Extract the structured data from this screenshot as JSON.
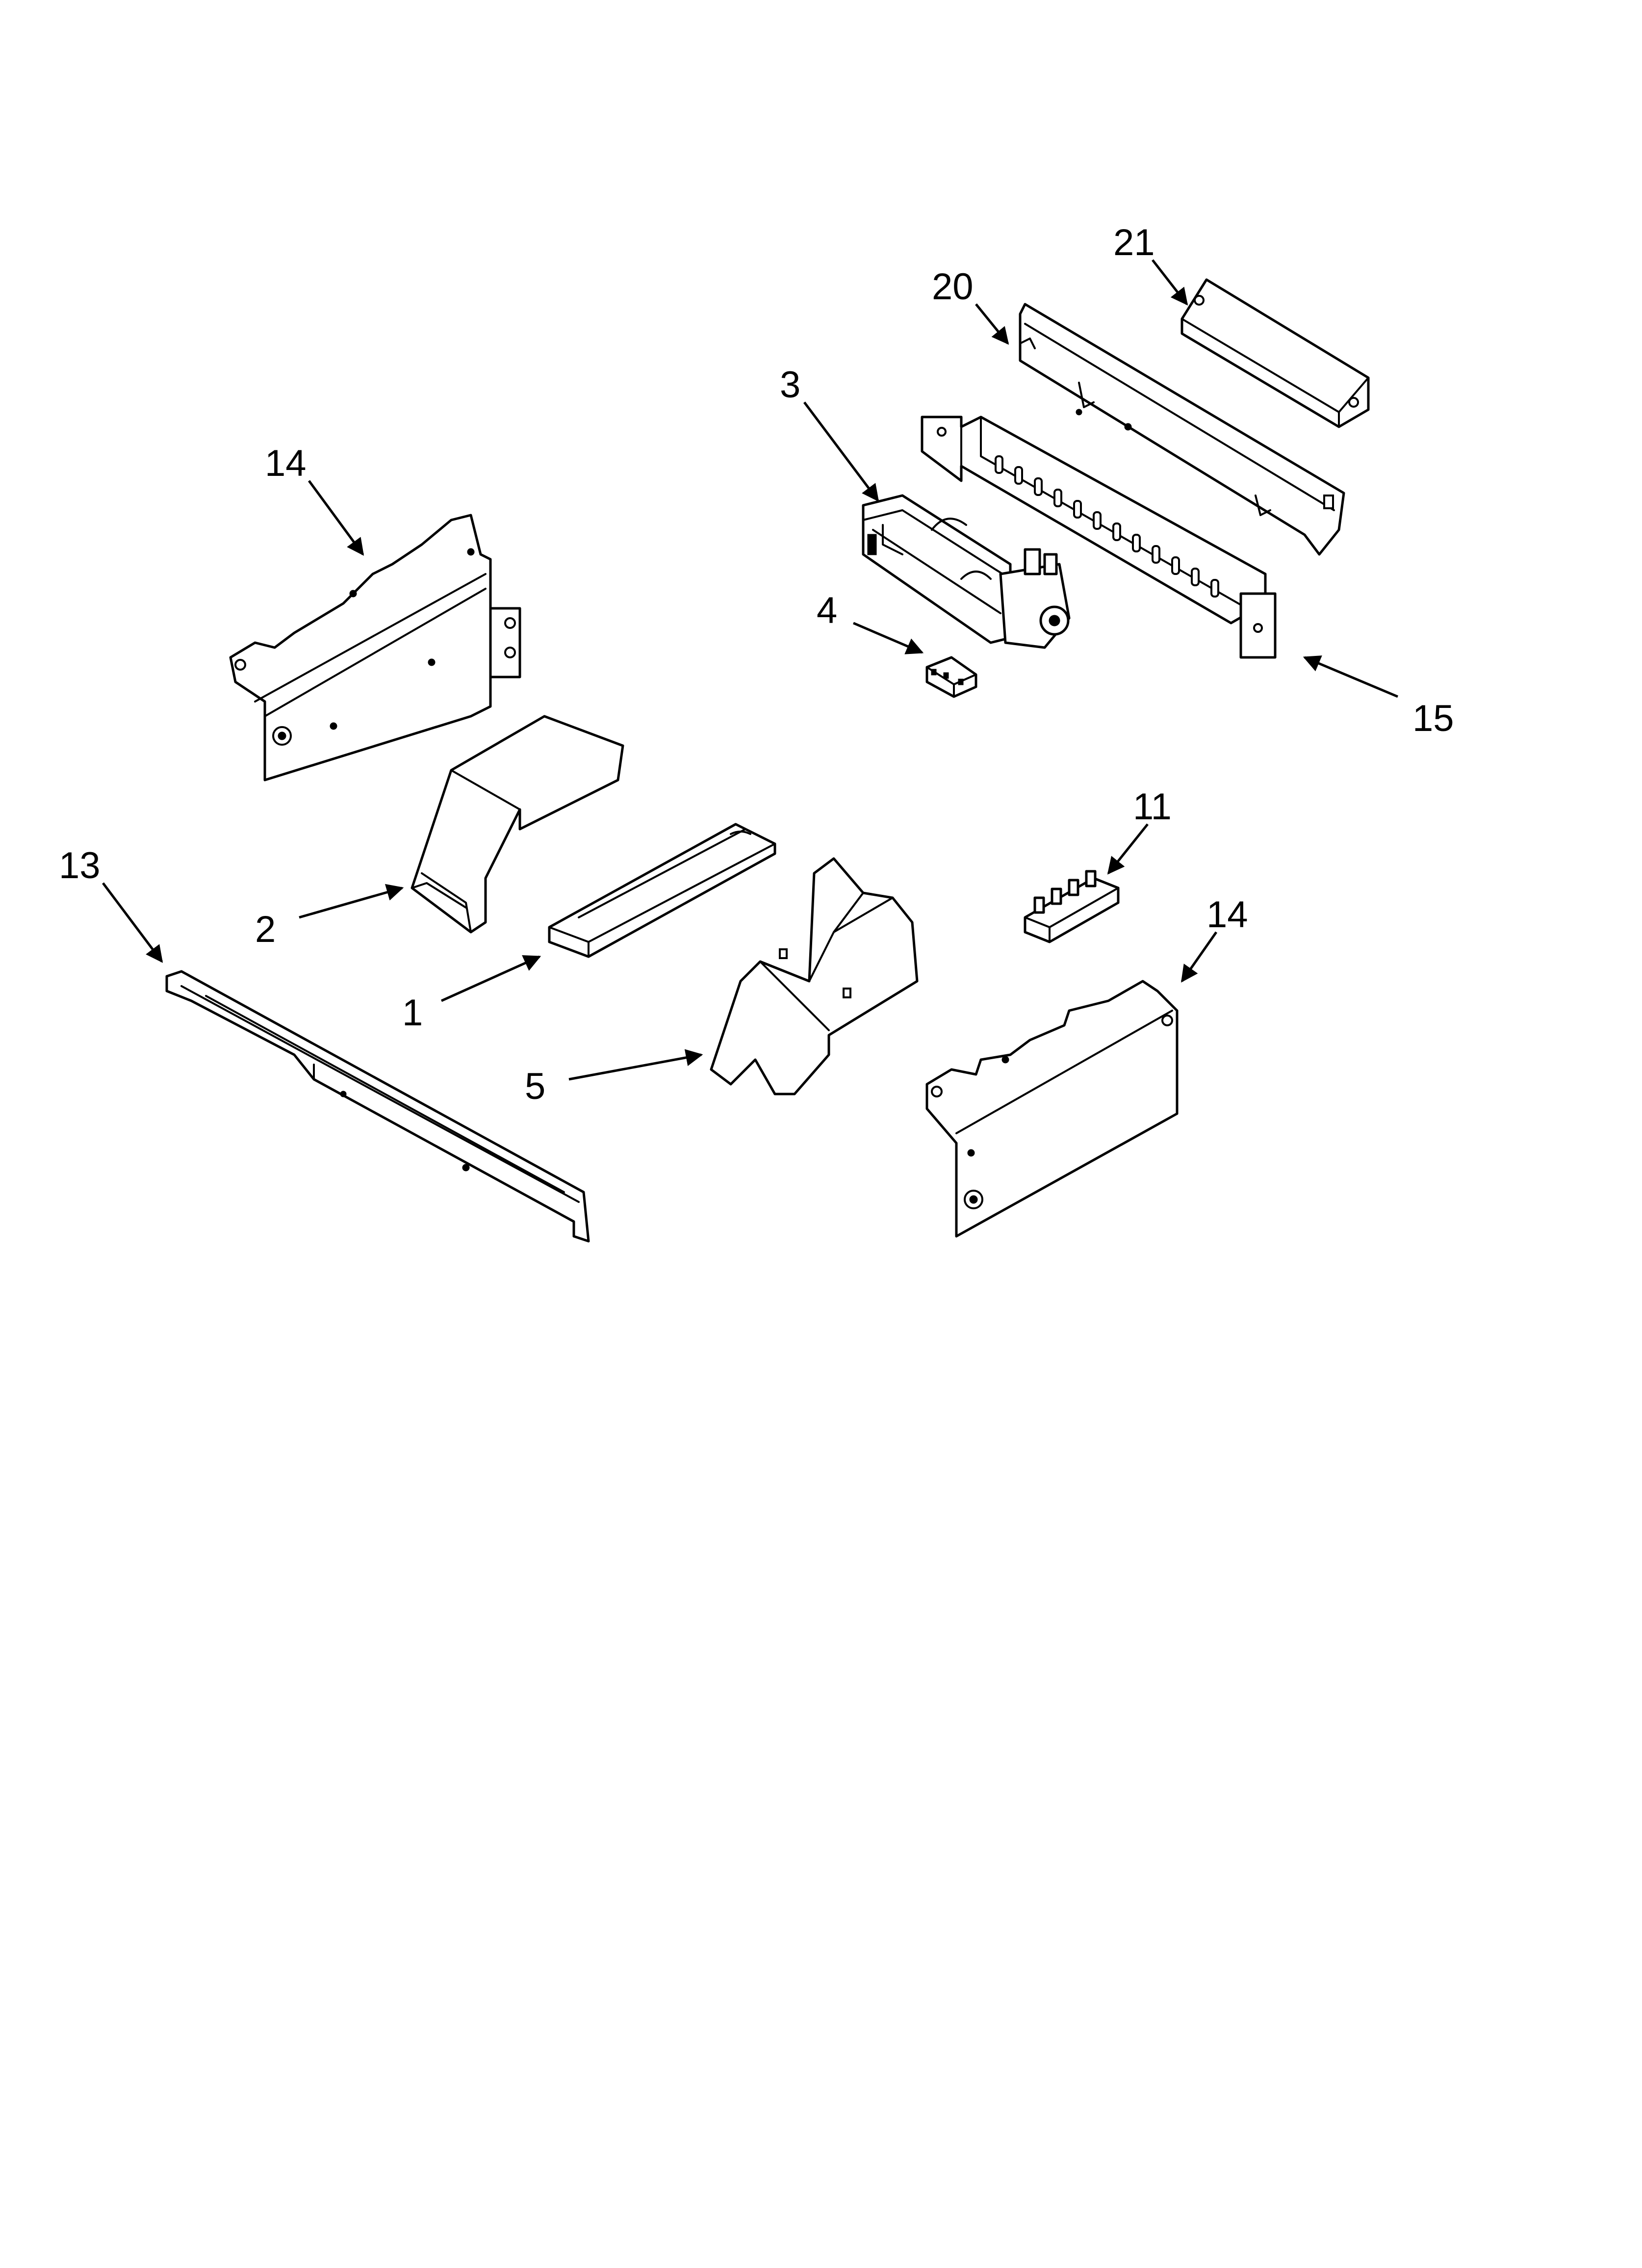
{
  "callouts": {
    "c21": "21",
    "c20": "20",
    "c3": "3",
    "c14a": "14",
    "c4": "4",
    "c15": "15",
    "c13": "13",
    "c2": "2",
    "c11": "11",
    "c14b": "14",
    "c1": "1",
    "c5": "5"
  }
}
